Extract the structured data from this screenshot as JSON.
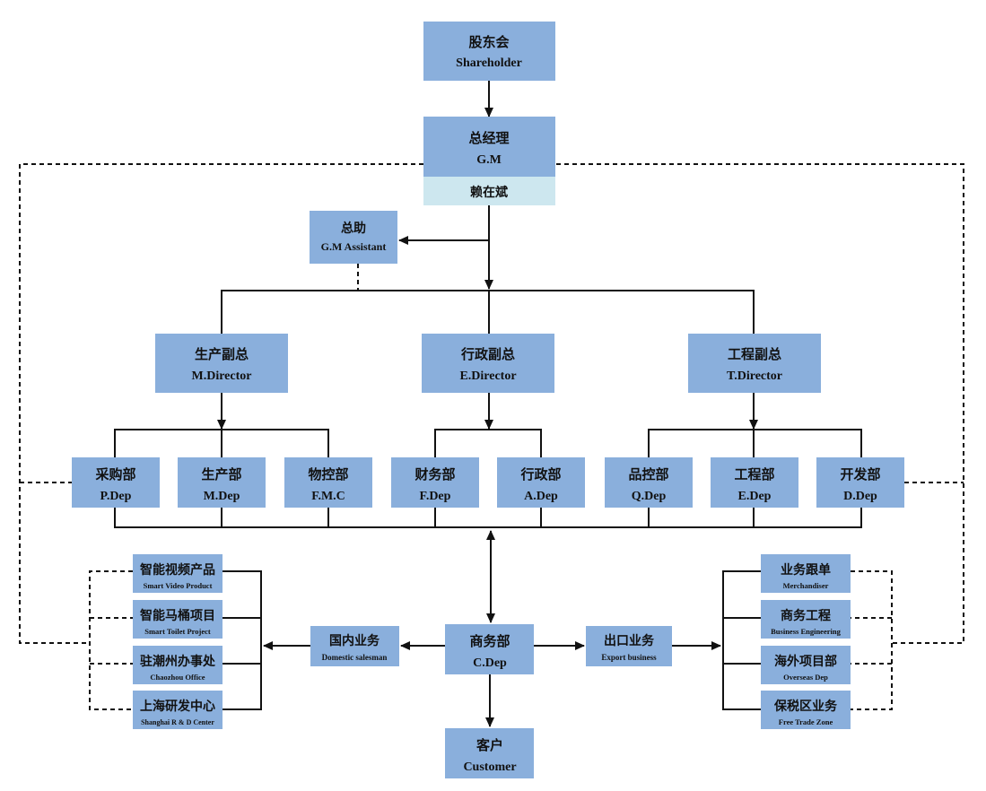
{
  "nodes": {
    "shareholder": {
      "cn": "股东会",
      "en": "Shareholder"
    },
    "gm": {
      "cn": "总经理",
      "en": "G.M",
      "person": "赖在斌"
    },
    "gm_assistant": {
      "cn": "总助",
      "en": "G.M Assistant"
    },
    "m_director": {
      "cn": "生产副总",
      "en": "M.Director"
    },
    "e_director": {
      "cn": "行政副总",
      "en": "E.Director"
    },
    "t_director": {
      "cn": "工程副总",
      "en": "T.Director"
    },
    "p_dep": {
      "cn": "采购部",
      "en": "P.Dep"
    },
    "m_dep": {
      "cn": "生产部",
      "en": "M.Dep"
    },
    "fmc_dep": {
      "cn": "物控部",
      "en": "F.M.C"
    },
    "f_dep": {
      "cn": "财务部",
      "en": "F.Dep"
    },
    "a_dep": {
      "cn": "行政部",
      "en": "A.Dep"
    },
    "q_dep": {
      "cn": "品控部",
      "en": "Q.Dep"
    },
    "e_dep": {
      "cn": "工程部",
      "en": "E.Dep"
    },
    "d_dep": {
      "cn": "开发部",
      "en": "D.Dep"
    },
    "c_dep": {
      "cn": "商务部",
      "en": "C.Dep"
    },
    "customer": {
      "cn": "客户",
      "en": "Customer"
    },
    "domestic": {
      "cn": "国内业务",
      "en": "Domestic salesman"
    },
    "export": {
      "cn": "出口业务",
      "en": "Export business"
    },
    "smart_video": {
      "cn": "智能视频产品",
      "en": "Smart Video Product"
    },
    "smart_toilet": {
      "cn": "智能马桶项目",
      "en": "Smart Toilet Project"
    },
    "chaozhou": {
      "cn": "驻潮州办事处",
      "en": "Chaozhou Office"
    },
    "shanghai": {
      "cn": "上海研发中心",
      "en": "Shanghai R & D Center"
    },
    "merchandiser": {
      "cn": "业务跟单",
      "en": "Merchandiser"
    },
    "biz_eng": {
      "cn": "商务工程",
      "en": "Business Engineering"
    },
    "overseas": {
      "cn": "海外项目部",
      "en": "Overseas Dep"
    },
    "ftz": {
      "cn": "保税区业务",
      "en": "Free Trade Zone"
    }
  }
}
